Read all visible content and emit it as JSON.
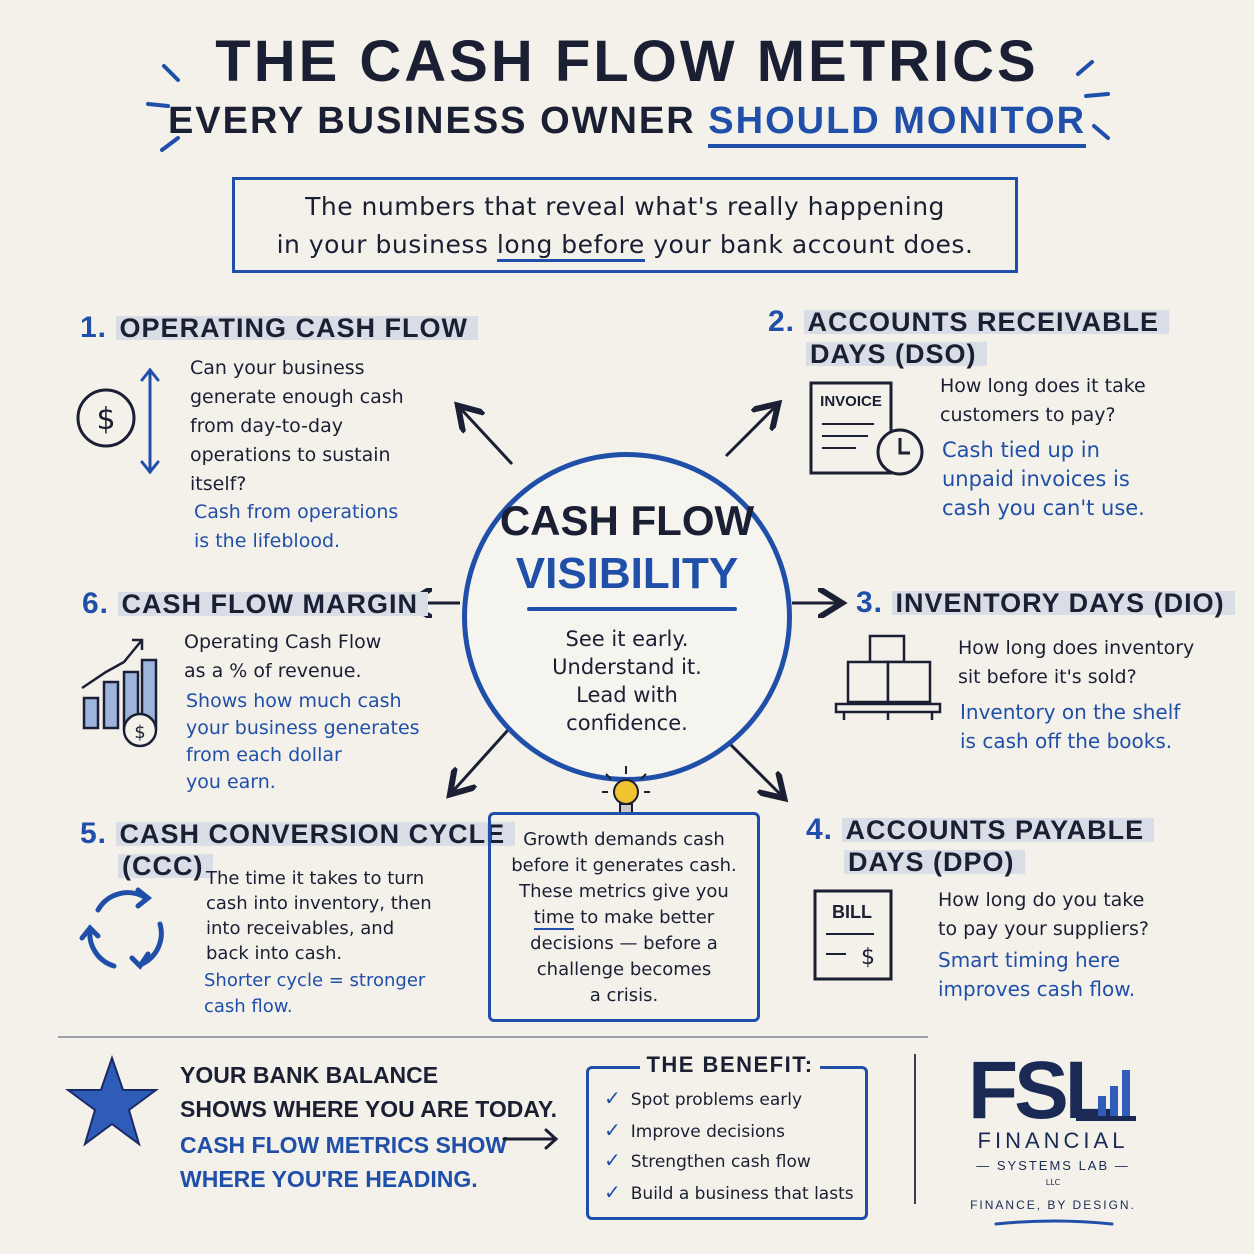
{
  "header": {
    "title": "THE CASH FLOW METRICS",
    "subtitle_part1": "EVERY BUSINESS OWNER ",
    "subtitle_highlight": "SHOULD MONITOR"
  },
  "intro": {
    "line1": "The numbers that reveal what's really happening",
    "line2_pre": "in your business ",
    "line2_ul": "long before",
    "line2_post": " your bank account does."
  },
  "center": {
    "line1": "CASH FLOW",
    "line2": "VISIBILITY",
    "tag1": "See it early.",
    "tag2": "Understand it.",
    "tag3": "Lead with",
    "tag4": "confidence."
  },
  "metrics": {
    "m1": {
      "num": "1.",
      "title": "OPERATING CASH FLOW",
      "desc": [
        "Can your business",
        "generate enough cash",
        "from day-to-day",
        "operations to sustain",
        "itself?"
      ],
      "note": [
        "Cash from operations",
        "is the lifeblood."
      ],
      "icon": "dollar-coin-icon"
    },
    "m2": {
      "num": "2.",
      "title1": "ACCOUNTS RECEIVABLE",
      "title2": "DAYS (DSO)",
      "desc": [
        "How long does it take",
        "customers to pay?"
      ],
      "note": [
        "Cash tied up in",
        "unpaid invoices is",
        "cash you can't use."
      ],
      "icon_label": "INVOICE"
    },
    "m3": {
      "num": "3.",
      "title": "INVENTORY DAYS (DIO)",
      "desc": [
        "How long does inventory",
        "sit before it's sold?"
      ],
      "note": [
        "Inventory on the shelf",
        "is cash off the books."
      ]
    },
    "m4": {
      "num": "4.",
      "title1": "ACCOUNTS PAYABLE",
      "title2": "DAYS (DPO)",
      "desc": [
        "How long do you take",
        "to pay your suppliers?"
      ],
      "note": [
        "Smart timing here",
        "improves cash flow."
      ],
      "icon_label": "BILL"
    },
    "m5": {
      "num": "5.",
      "title1": "CASH CONVERSION CYCLE",
      "title2": "(CCC)",
      "desc": [
        "The time it takes to turn",
        "cash into inventory, then",
        "into receivables, and",
        "back into cash."
      ],
      "note": [
        "Shorter cycle = stronger",
        "cash flow."
      ]
    },
    "m6": {
      "num": "6.",
      "title": "CASH FLOW MARGIN",
      "desc": [
        "Operating Cash Flow",
        "as a % of revenue."
      ],
      "note": [
        "Shows how much cash",
        "your business generates",
        "from each dollar",
        "you earn."
      ]
    }
  },
  "growth": {
    "l1": "Growth demands cash",
    "l2": "before it generates cash.",
    "l3": "These metrics give you",
    "l4_ul": "time",
    "l4_post": " to make better",
    "l5": "decisions — before a",
    "l6": "challenge becomes",
    "l7": "a crisis."
  },
  "bank": {
    "l1": "YOUR BANK BALANCE",
    "l2": "SHOWS WHERE YOU ARE TODAY.",
    "l3": "CASH FLOW METRICS SHOW",
    "l4": "WHERE YOU'RE HEADING."
  },
  "benefit": {
    "title": "THE BENEFIT:",
    "items": [
      "Spot problems early",
      "Improve decisions",
      "Strengthen cash flow",
      "Build a business that lasts"
    ]
  },
  "logo": {
    "mark": "FSL",
    "name": "FINANCIAL",
    "lab": "SYSTEMS LAB",
    "llc": "LLC",
    "tagline": "FINANCE, BY DESIGN."
  },
  "colors": {
    "navy": "#1a1f33",
    "blue": "#1f4fa8",
    "paper": "#f4f1ea"
  }
}
